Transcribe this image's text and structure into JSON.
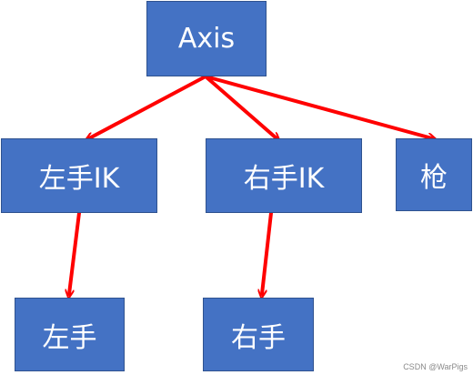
{
  "nodes": {
    "axis": "Axis",
    "left_ik": "左手IK",
    "right_ik": "右手IK",
    "gun": "枪",
    "left_hand": "左手",
    "right_hand": "右手"
  },
  "edges": [
    {
      "from": "axis",
      "to": "left_ik"
    },
    {
      "from": "axis",
      "to": "right_ik"
    },
    {
      "from": "axis",
      "to": "gun"
    },
    {
      "from": "left_ik",
      "to": "left_hand"
    },
    {
      "from": "right_ik",
      "to": "right_hand"
    }
  ],
  "watermark": "CSDN @WarPigs",
  "colors": {
    "box_fill": "#4472c4",
    "box_border": "#2f528f",
    "box_text": "#ffffff",
    "arrow": "#ff0000"
  }
}
